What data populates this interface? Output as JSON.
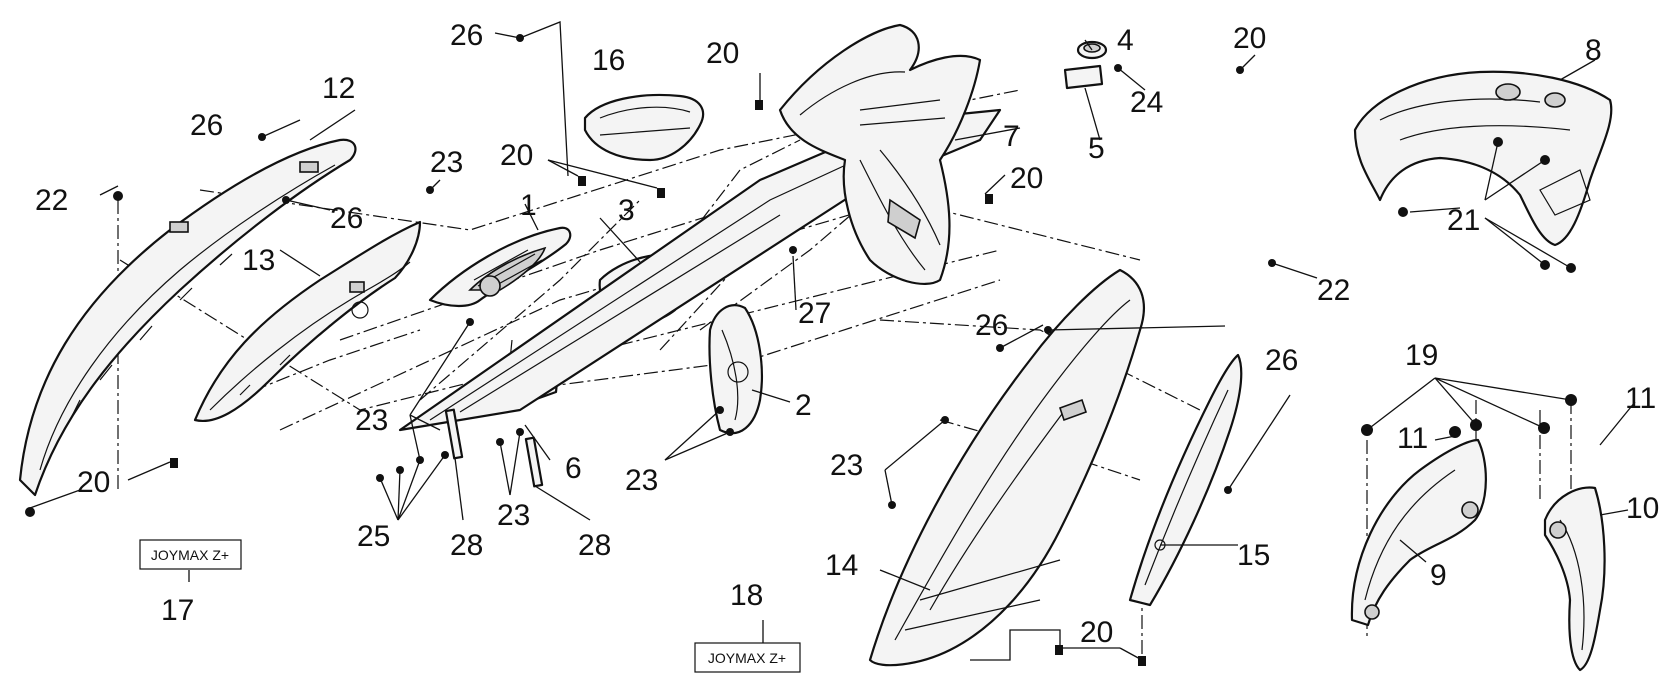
{
  "callouts": {
    "c1": "1",
    "c2": "2",
    "c3": "3",
    "c4": "4",
    "c5": "5",
    "c6": "6",
    "c7": "7",
    "c8": "8",
    "c9": "9",
    "c10": "10",
    "c11a": "11",
    "c11b": "11",
    "c12": "12",
    "c13": "13",
    "c14": "14",
    "c15": "15",
    "c16": "16",
    "c17": "17",
    "c18": "18",
    "c19": "19",
    "c20a": "20",
    "c20b": "20",
    "c20c": "20",
    "c20d": "20",
    "c20e": "20",
    "c20f": "20",
    "c21": "21",
    "c22a": "22",
    "c22b": "22",
    "c23a": "23",
    "c23b": "23",
    "c23c": "23",
    "c23d": "23",
    "c23e": "23",
    "c24": "24",
    "c25": "25",
    "c26a": "26",
    "c26b": "26",
    "c26c": "26",
    "c26d": "26",
    "c26e": "26",
    "c27": "27",
    "c28a": "28",
    "c28b": "28"
  },
  "badges": {
    "badge17": "JOYMAX Z+",
    "badge18": "JOYMAX Z+"
  }
}
